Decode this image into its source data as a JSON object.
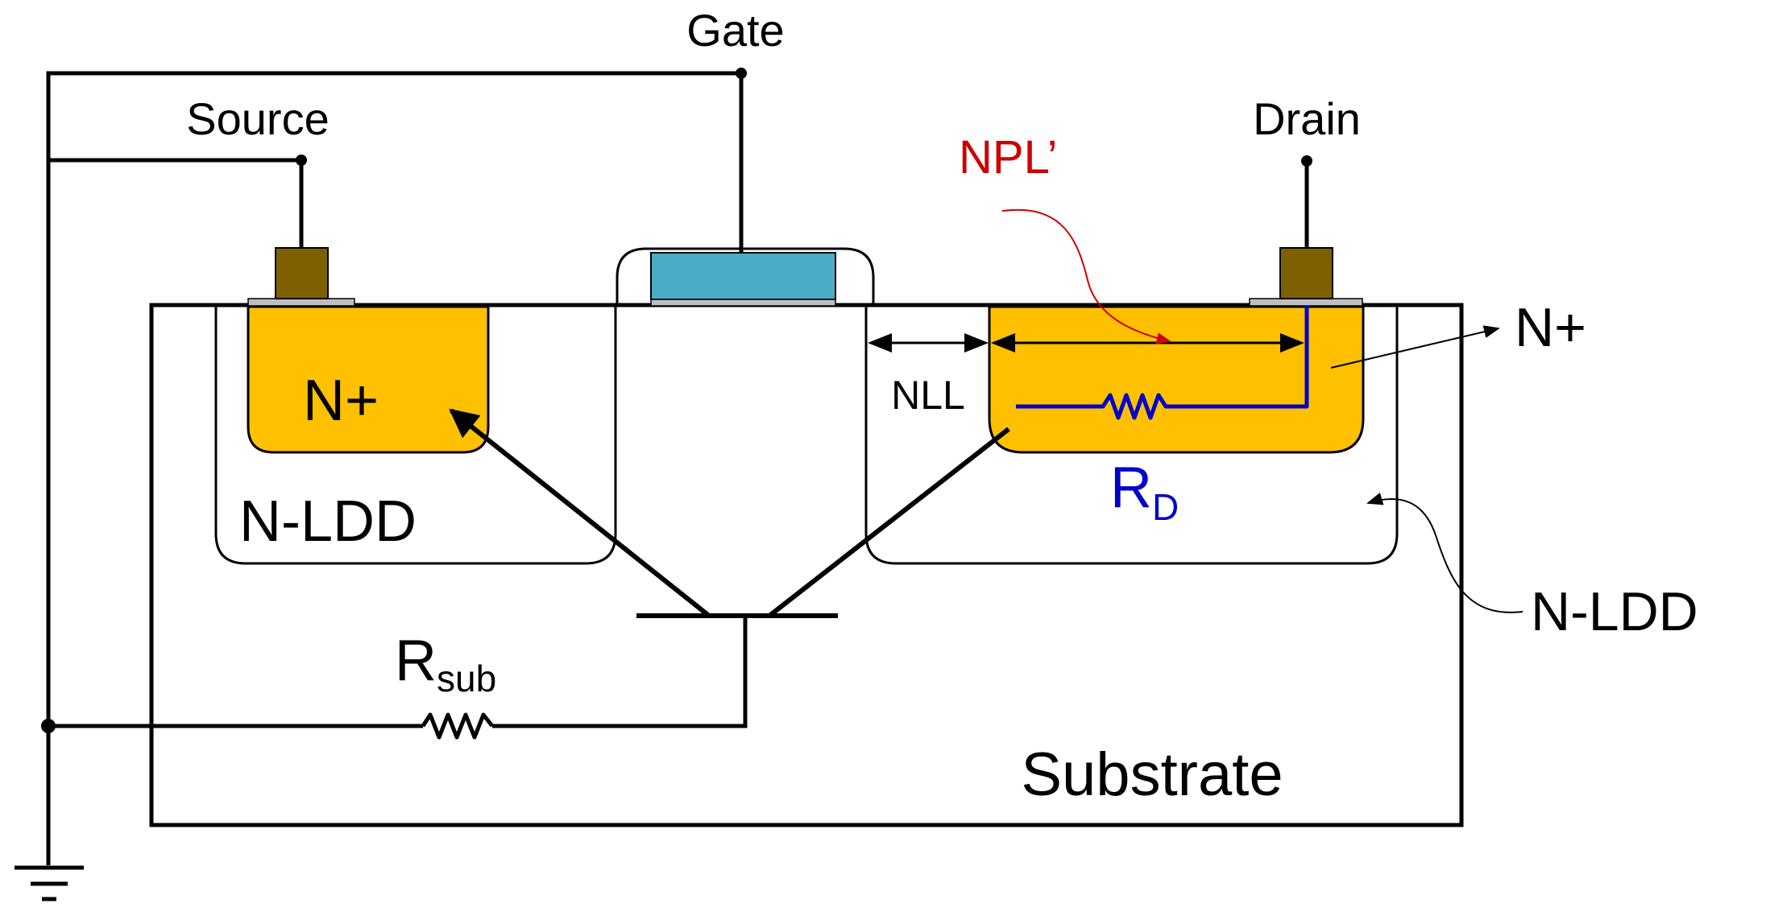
{
  "labels": {
    "gate": "Gate",
    "source": "Source",
    "drain": "Drain",
    "npl": "NPL’",
    "nll": "NLL",
    "n_plus_left": "N+",
    "n_plus_right": "N+",
    "n_ldd_left": "N-LDD",
    "n_ldd_right": "N-LDD",
    "r_d_main": "R",
    "r_d_sub": "D",
    "r_sub_main": "R",
    "r_sub_sub": "sub",
    "substrate": "Substrate"
  },
  "colors": {
    "n_plus_fill": "#FFC000",
    "gate_fill": "#4BACC6",
    "contact_fill": "#7F6000",
    "silicide_fill": "#BFBFBF",
    "npl_color": "#CC0000",
    "r_d_color": "#0000CC",
    "line": "#000000"
  }
}
